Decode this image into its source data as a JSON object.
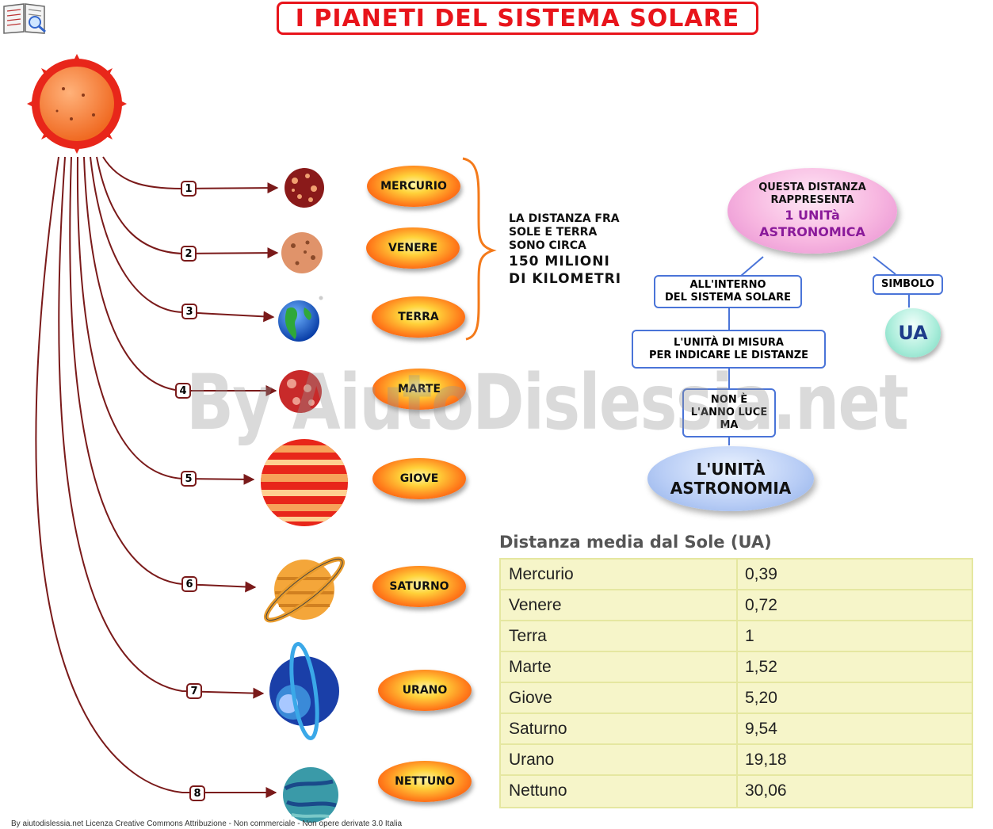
{
  "title": "I PIANETI DEL SISTEMA SOLARE",
  "planets": [
    {
      "num": "1",
      "name": "MERCURIO"
    },
    {
      "num": "2",
      "name": "VENERE"
    },
    {
      "num": "3",
      "name": "TERRA"
    },
    {
      "num": "4",
      "name": "MARTE"
    },
    {
      "num": "5",
      "name": "GIOVE"
    },
    {
      "num": "6",
      "name": "SATURNO"
    },
    {
      "num": "7",
      "name": "URANO"
    },
    {
      "num": "8",
      "name": "NETTUNO"
    }
  ],
  "distance_note": {
    "line1": "LA DISTANZA FRA",
    "line2": "SOLE E TERRA",
    "line3": "SONO CIRCA",
    "line4": "150 MILIONI",
    "line5": "DI  KILOMETRI"
  },
  "concept_map": {
    "top": {
      "line1": "QUESTA DISTANZA",
      "line2": "RAPPRESENTA",
      "line3": "1 UNITà",
      "line4": "ASTRONOMICA"
    },
    "inside": {
      "line1": "ALL'INTERNO",
      "line2": "DEL SISTEMA SOLARE"
    },
    "symbol_label": "SIMBOLO",
    "symbol": "UA",
    "measure": {
      "line1": "L'UNITÀ DI MISURA",
      "line2": "PER INDICARE LE DISTANZE"
    },
    "not_light_year": {
      "line1": "NON È",
      "line2": "L'ANNO LUCE",
      "line3": "MA"
    },
    "bottom": {
      "line1": "L'UNITÀ",
      "line2": "ASTRONOMIA"
    }
  },
  "watermark": "By AiutoDislessia.net",
  "table": {
    "title": "Distanza media dal Sole (UA)",
    "rows": [
      [
        "Mercurio",
        "0,39"
      ],
      [
        "Venere",
        "0,72"
      ],
      [
        "Terra",
        "1"
      ],
      [
        "Marte",
        "1,52"
      ],
      [
        "Giove",
        "5,20"
      ],
      [
        "Saturno",
        "9,54"
      ],
      [
        "Urano",
        "19,18"
      ],
      [
        "Nettuno",
        "30,06"
      ]
    ]
  },
  "footer": "By aiutodislessia.net Licenza Creative Commons Attribuzione - Non commerciale - Non opere derivate 3.0 Italia",
  "colors": {
    "title_red": "#e8141b",
    "link_dark_red": "#7a1a1a",
    "box_blue": "#4a74d8",
    "table_bg": "#f6f5c9"
  }
}
